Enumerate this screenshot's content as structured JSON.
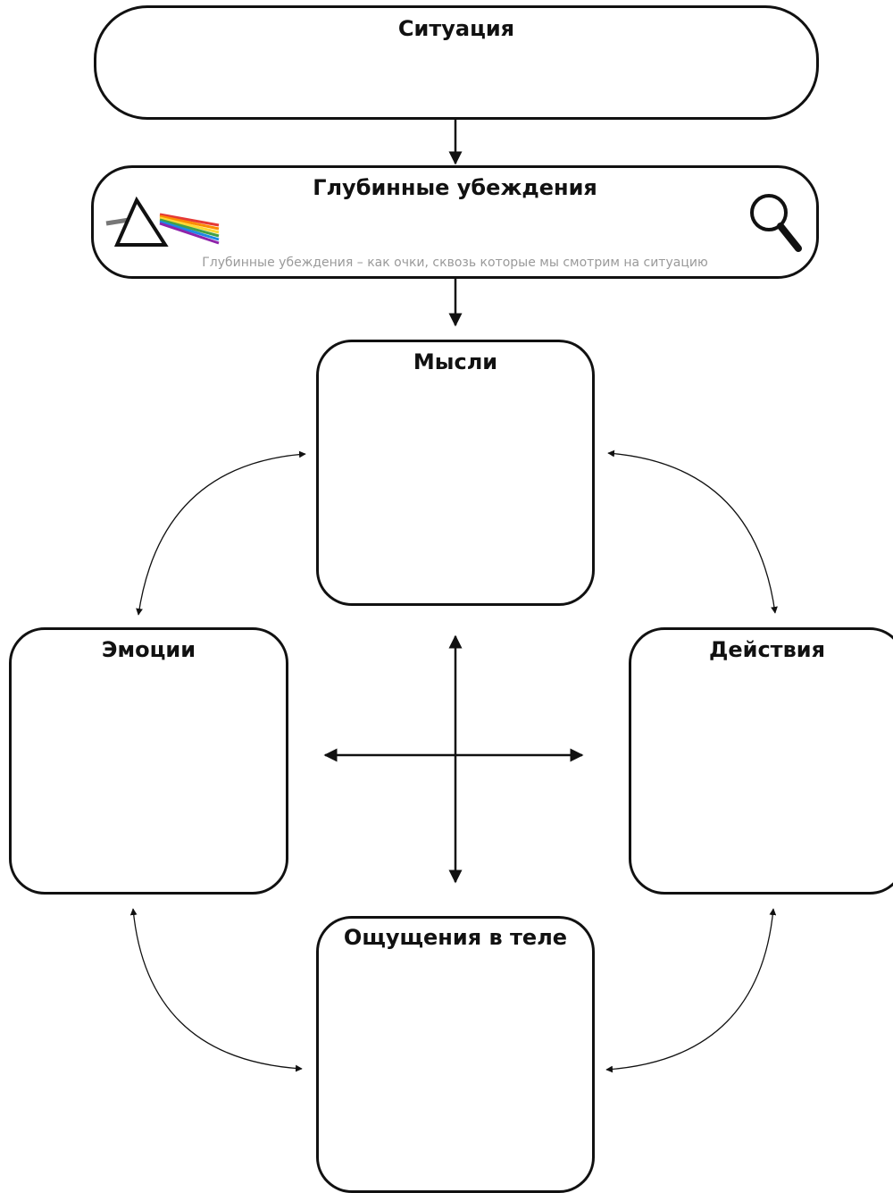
{
  "situation": {
    "title": "Ситуация"
  },
  "beliefs": {
    "title": "Глубинные убеждения",
    "subtitle": "Глубинные убеждения – как очки, сквозь которые мы смотрим на ситуацию",
    "left_icon": "prism-rainbow-icon",
    "right_icon": "magnifying-glass-icon"
  },
  "thoughts": {
    "title": "Мысли"
  },
  "emotions": {
    "title": "Эмоции"
  },
  "actions": {
    "title": "Действия"
  },
  "body_sensations": {
    "title": "Ощущения в теле"
  },
  "colors": {
    "stroke": "#111111",
    "subtitle_text": "#9a9a9a",
    "rainbow": [
      "#e53935",
      "#fb8c00",
      "#fdd835",
      "#43a047",
      "#1e88e5",
      "#8e24aa"
    ]
  }
}
